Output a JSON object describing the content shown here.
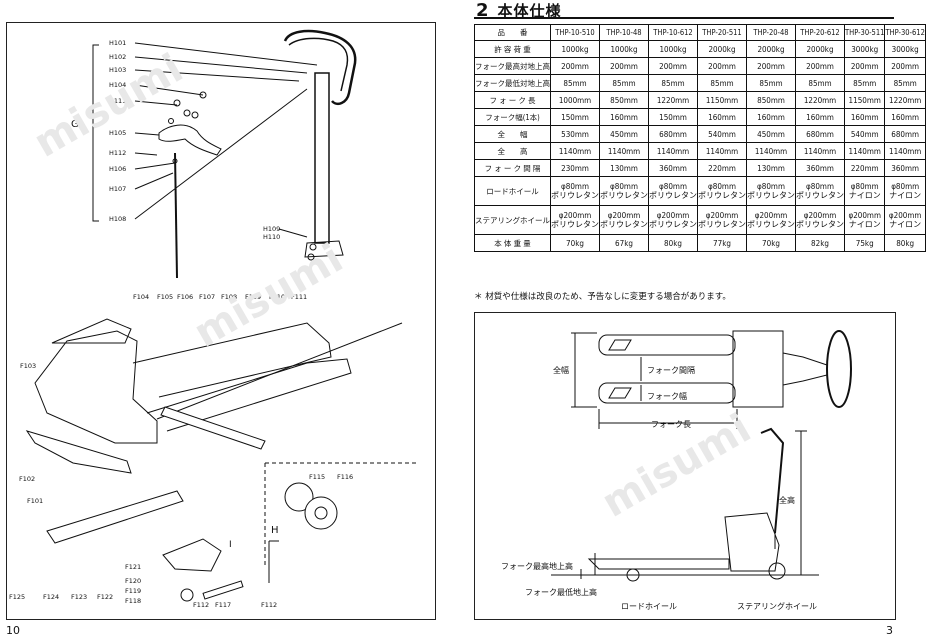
{
  "left_page": {
    "page_number": "10",
    "group_g_label": "G",
    "group_h_label": "H",
    "group_i_label": "I",
    "upper_parts": [
      "H101",
      "H102",
      "H103",
      "H104",
      "H111",
      "H105",
      "H112",
      "H106",
      "H107",
      "H108",
      "H109",
      "H110"
    ],
    "lower_top_parts": [
      "F104",
      "F105",
      "F106",
      "F107",
      "F108",
      "F109",
      "F110",
      "F111"
    ],
    "labels": {
      "f103": "F103",
      "f102": "F102",
      "f101": "F101",
      "f115": "F115",
      "f116": "F116",
      "f121": "F121",
      "f120": "F120",
      "f119": "F119",
      "f118": "F118",
      "f125": "F125",
      "f124": "F124",
      "f123": "F123",
      "f122": "F122",
      "f112a": "F112",
      "f117": "F117",
      "f112b": "F112"
    }
  },
  "right_page": {
    "page_number": "3",
    "section_number": "2",
    "section_title": "本体仕様",
    "spec_table": {
      "header_label": "品　　番",
      "models": [
        "THP-10-510",
        "THP-10-48",
        "THP-10-612",
        "THP-20-511",
        "THP-20-48",
        "THP-20-612",
        "THP-30-511",
        "THP-30-612"
      ],
      "rows": [
        {
          "label": "許 容 荷 重",
          "values": [
            "1000kg",
            "1000kg",
            "1000kg",
            "2000kg",
            "2000kg",
            "2000kg",
            "3000kg",
            "3000kg"
          ]
        },
        {
          "label": "フォーク最高対地上高",
          "values": [
            "200mm",
            "200mm",
            "200mm",
            "200mm",
            "200mm",
            "200mm",
            "200mm",
            "200mm"
          ]
        },
        {
          "label": "フォーク最低対地上高",
          "values": [
            "85mm",
            "85mm",
            "85mm",
            "85mm",
            "85mm",
            "85mm",
            "85mm",
            "85mm"
          ]
        },
        {
          "label": "フ ォ ー ク 長",
          "values": [
            "1000mm",
            "850mm",
            "1220mm",
            "1150mm",
            "850mm",
            "1220mm",
            "1150mm",
            "1220mm"
          ]
        },
        {
          "label": "フォーク幅(1本)",
          "values": [
            "150mm",
            "160mm",
            "150mm",
            "160mm",
            "160mm",
            "160mm",
            "160mm",
            "160mm"
          ]
        },
        {
          "label": "全　　幅",
          "values": [
            "530mm",
            "450mm",
            "680mm",
            "540mm",
            "450mm",
            "680mm",
            "540mm",
            "680mm"
          ]
        },
        {
          "label": "全　　高",
          "values": [
            "1140mm",
            "1140mm",
            "1140mm",
            "1140mm",
            "1140mm",
            "1140mm",
            "1140mm",
            "1140mm"
          ]
        },
        {
          "label": "フ ォ ー ク 間 隔",
          "values": [
            "230mm",
            "130mm",
            "360mm",
            "220mm",
            "130mm",
            "360mm",
            "220mm",
            "360mm"
          ]
        }
      ],
      "wheel_rows": [
        {
          "label": "ロードホイール",
          "size": [
            "φ80mm",
            "φ80mm",
            "φ80mm",
            "φ80mm",
            "φ80mm",
            "φ80mm",
            "φ80mm",
            "φ80mm"
          ],
          "material": [
            "ポリウレタン",
            "ポリウレタン",
            "ポリウレタン",
            "ポリウレタン",
            "ポリウレタン",
            "ポリウレタン",
            "ナイロン",
            "ナイロン"
          ]
        },
        {
          "label": "ステアリングホイール",
          "size": [
            "φ200mm",
            "φ200mm",
            "φ200mm",
            "φ200mm",
            "φ200mm",
            "φ200mm",
            "φ200mm",
            "φ200mm"
          ],
          "material": [
            "ポリウレタン",
            "ポリウレタン",
            "ポリウレタン",
            "ポリウレタン",
            "ポリウレタン",
            "ポリウレタン",
            "ナイロン",
            "ナイロン"
          ]
        }
      ],
      "weight_row": {
        "label": "本 体 重 量",
        "values": [
          "70kg",
          "67kg",
          "80kg",
          "77kg",
          "70kg",
          "82kg",
          "75kg",
          "80kg"
        ]
      }
    },
    "note": "＊ 材質や仕様は改良のため、予告なしに変更する場合があります。",
    "diagram_labels": {
      "overall_width": "全幅",
      "fork_spacing": "フォーク間隔",
      "fork_width": "フォーク幅",
      "fork_length": "フォーク長",
      "overall_height": "全高",
      "fork_max_height": "フォーク最高地上高",
      "fork_min_height": "フォーク最低地上高",
      "load_wheel": "ロードホイール",
      "steering_wheel": "ステアリングホイール"
    }
  },
  "watermark_text": "misumi"
}
